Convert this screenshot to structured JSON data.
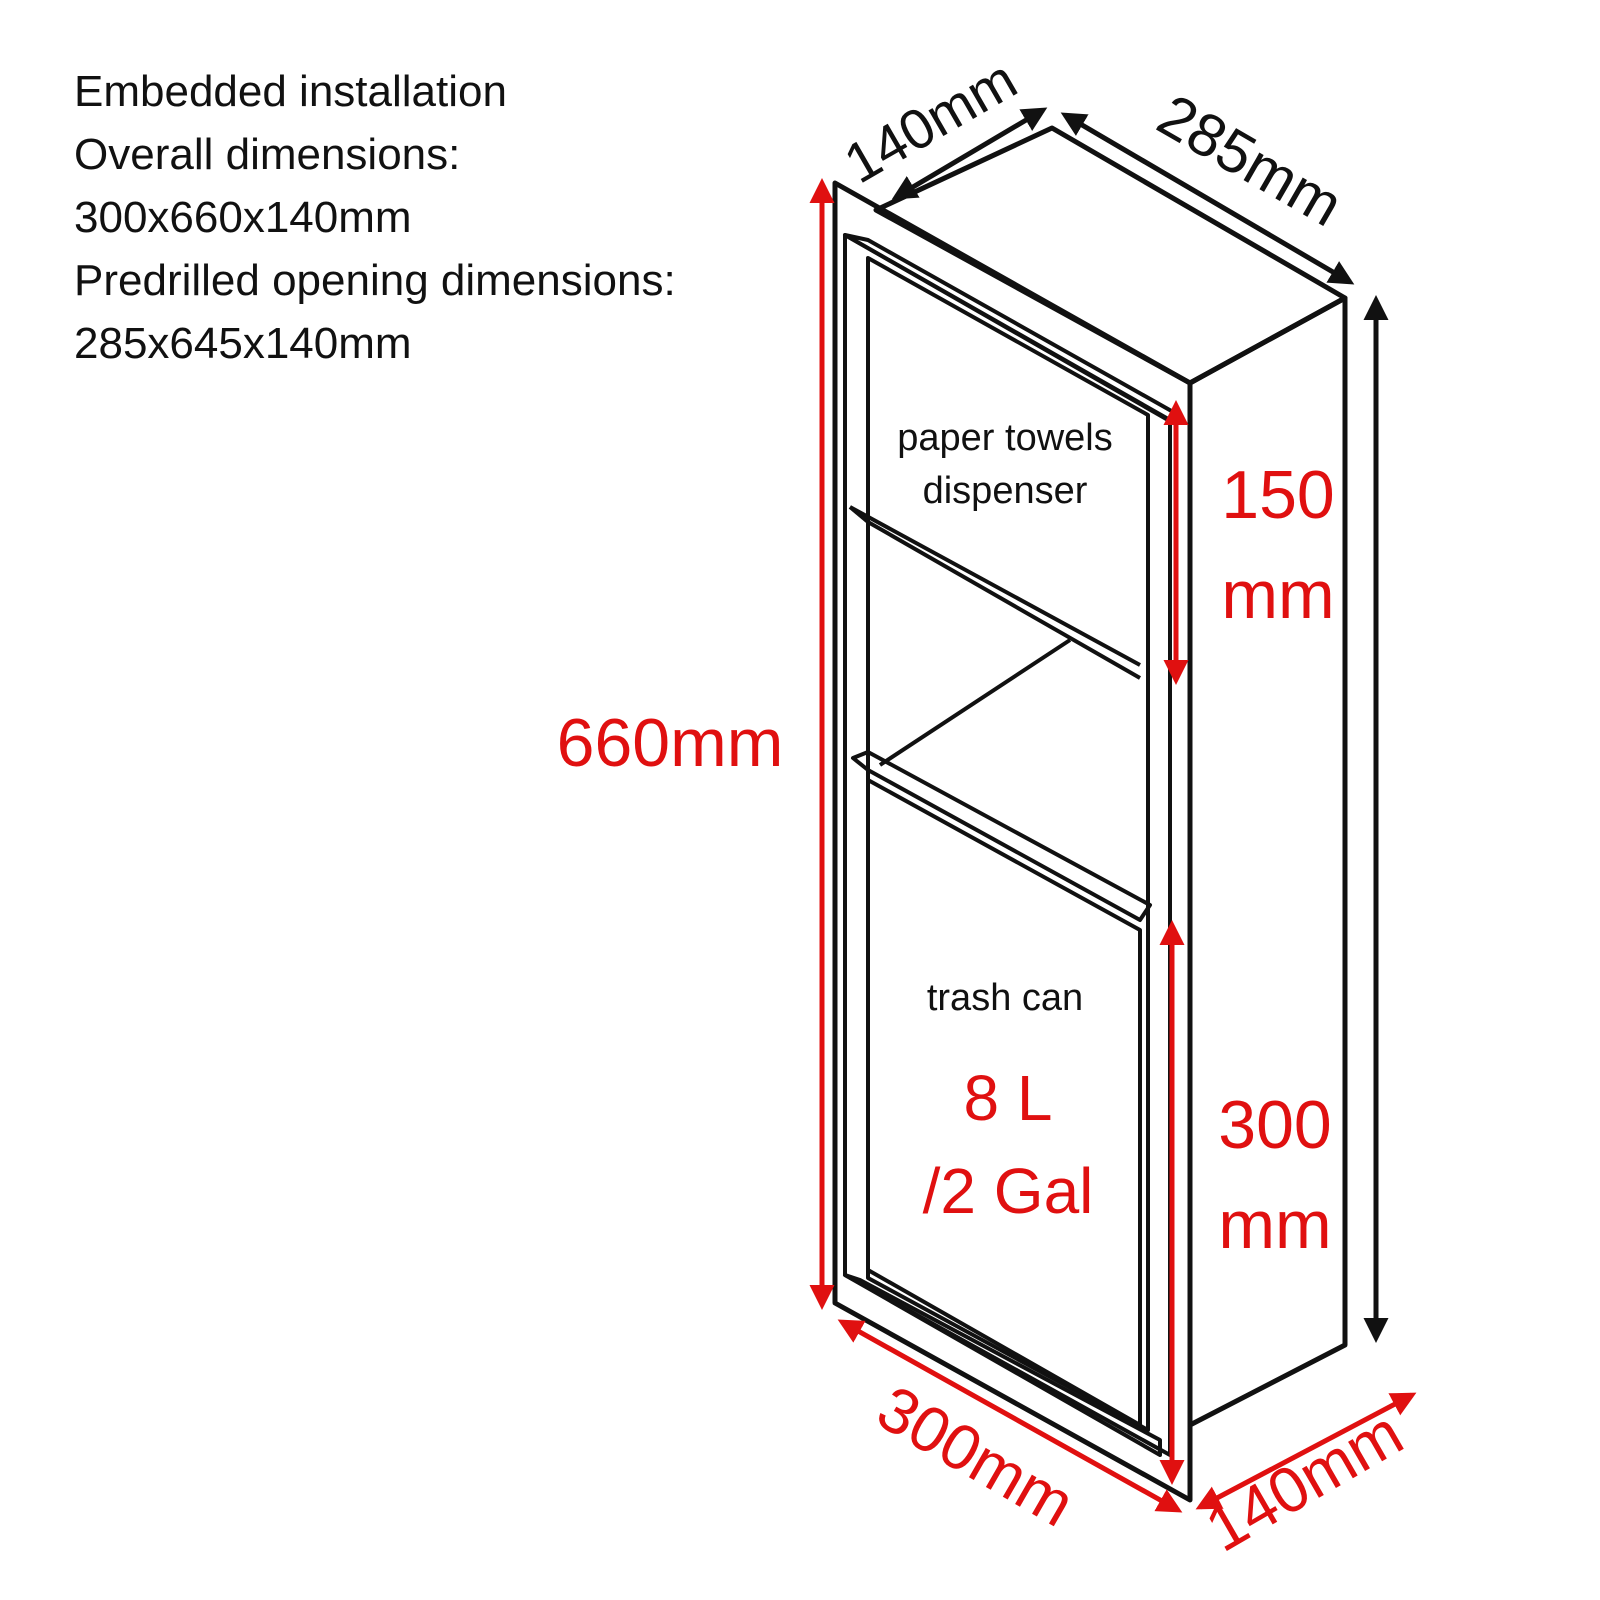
{
  "info": {
    "line1": "Embedded installation",
    "line2": "Overall dimensions:",
    "line3": "300x660x140mm",
    "line4": "Predrilled opening dimensions:",
    "line5": "285x645x140mm"
  },
  "dimensions": {
    "top_depth": "140mm",
    "top_width": "285mm",
    "height": "660mm",
    "upper_value": "150",
    "upper_unit": "mm",
    "lower_value": "300",
    "lower_unit": "mm",
    "bottom_width": "300mm",
    "bottom_depth": "140mm"
  },
  "compartments": {
    "upper_line1": "paper towels",
    "upper_line2": "dispenser",
    "lower_label": "trash can",
    "capacity_line1": "8 L",
    "capacity_line2": "/2 Gal"
  },
  "colors": {
    "line": "#111111",
    "accent": "#e01010"
  }
}
